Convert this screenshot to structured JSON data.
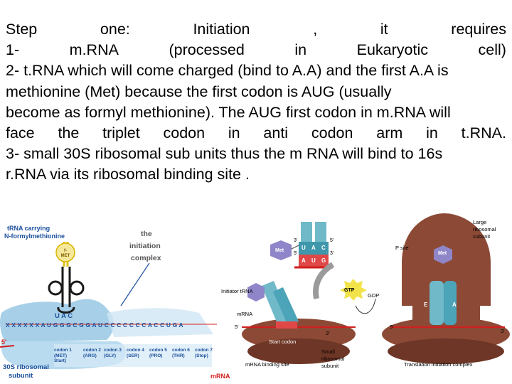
{
  "text": {
    "line1": [
      "Step",
      "one:",
      "Initiation",
      ",",
      "it",
      "requires"
    ],
    "line2": [
      "1-",
      "m.RNA",
      "(processed",
      "in",
      "Eukaryotic",
      "cell)"
    ],
    "line3": "2- t.RNA which will come charged (bind to A.A) and the first A.A is",
    "line4": "methionine (Met)  because the first codon is AUG  (usually",
    "line5": "become as formyl methionine). The AUG first codon  in m.RNA will",
    "line6": [
      "face",
      "the",
      "triplet",
      "codon",
      "in",
      "anti",
      "codon",
      "arm",
      "in",
      "t.RNA."
    ],
    "line7": "3- small  30S ribosomal sub units thus the m RNA will bind to 16s",
    "line8": "r.RNA via its  ribosomal binding site ."
  },
  "left_figure": {
    "trna_label_1": "tRNA carrying",
    "trna_label_2": "N-formylmethionine",
    "fmet_label": "f-MET",
    "complex_label_1": "the",
    "complex_label_2": "initiation",
    "complex_label_3": "complex",
    "anticodon": "U A C",
    "mrna_seq": "X X X X X X A U G G G C G G A U C C C C C C C A C C U G A",
    "five_prime": "5'",
    "codons": [
      {
        "name": "codon 1",
        "aa": "(MET)",
        "extra": "Start)"
      },
      {
        "name": "codon 2",
        "aa": "(ARG)",
        "extra": ""
      },
      {
        "name": "codon 3",
        "aa": "(GLY)",
        "extra": ""
      },
      {
        "name": "codon 4",
        "aa": "(SER)",
        "extra": ""
      },
      {
        "name": "codon 5",
        "aa": "(PRO)",
        "extra": ""
      },
      {
        "name": "codon 6",
        "aa": "(THR)",
        "extra": ""
      },
      {
        "name": "codon 7",
        "aa": "(Stop)",
        "extra": ""
      }
    ],
    "subunit_label_1": "30S ribosomal",
    "subunit_label_2": "subunit",
    "mrna_label": "mRNA"
  },
  "right_figure": {
    "met_label": "Met",
    "met_label_2": "Met",
    "three_prime_top": "3'",
    "five_prime_top": "5'",
    "anticodon_letters": [
      "U",
      "A",
      "C"
    ],
    "codon_letters": [
      "A",
      "U",
      "G"
    ],
    "five_prime_mid": "5'",
    "three_prime_mid": "3'",
    "initiator_trna": "Initiator tRNA",
    "mrna": "mRNA",
    "gtp": "GTP",
    "gdp": "GDP",
    "five_prime_strand": "5'",
    "three_prime_strand": "3'",
    "start_codon": "Start codon",
    "mrna_binding_site": "mRNA binding site",
    "small_subunit_1": "Small",
    "small_subunit_2": "ribosomal",
    "small_subunit_3": "subunit",
    "large_subunit_1": "Large",
    "large_subunit_2": "ribosomal",
    "large_subunit_3": "subunit",
    "p_site": "P site",
    "e_site": "E",
    "a_site": "A",
    "five_prime_right": "5'",
    "three_prime_right": "3'",
    "complex_caption": "Translation initiation complex"
  },
  "colors": {
    "ribosome_small_left": "#a7d0e8",
    "ribosome_brown": "#8c4a36",
    "trna_teal": "#6fb9c8",
    "mrna_red": "#d21e1e",
    "met_purple": "#8f86c9",
    "gtp_yellow": "#f2e34a"
  }
}
